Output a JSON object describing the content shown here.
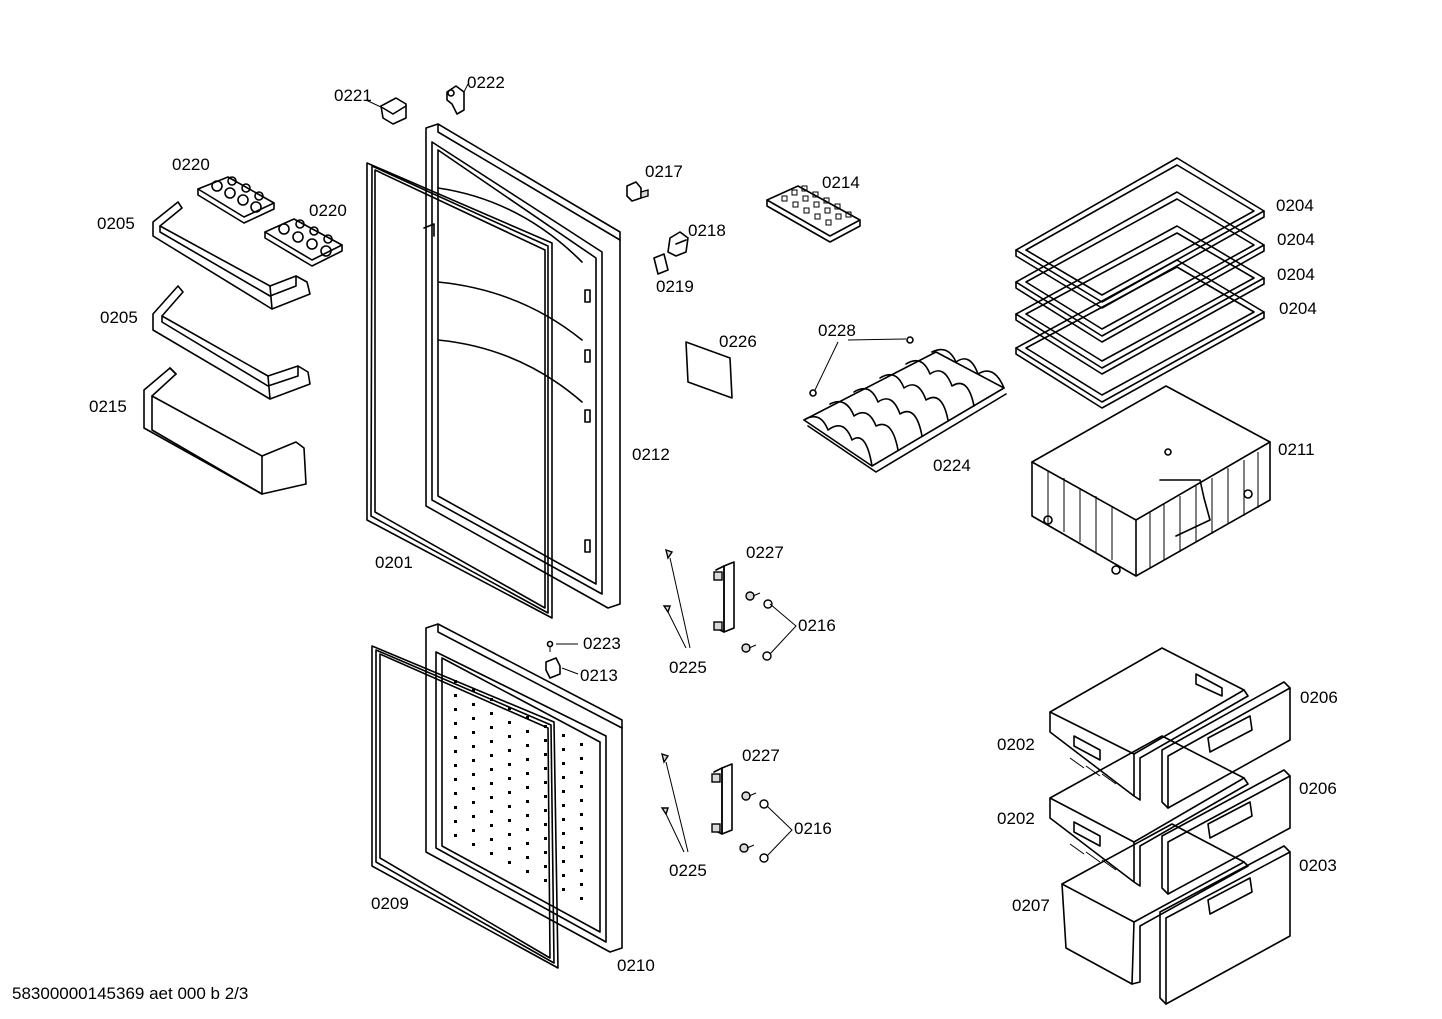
{
  "diagram": {
    "footer": "58300000145369 aet 000 b 2/3",
    "parts": [
      {
        "id": "0221"
      },
      {
        "id": "0222"
      },
      {
        "id": "0220"
      },
      {
        "id": "0220b",
        "text": "0220"
      },
      {
        "id": "0205"
      },
      {
        "id": "0205b",
        "text": "0205"
      },
      {
        "id": "0215"
      },
      {
        "id": "0217"
      },
      {
        "id": "0218"
      },
      {
        "id": "0219"
      },
      {
        "id": "0214"
      },
      {
        "id": "0226"
      },
      {
        "id": "0228"
      },
      {
        "id": "0224"
      },
      {
        "id": "0212"
      },
      {
        "id": "0201"
      },
      {
        "id": "0204"
      },
      {
        "id": "0211"
      },
      {
        "id": "0227"
      },
      {
        "id": "0216"
      },
      {
        "id": "0225"
      },
      {
        "id": "0223"
      },
      {
        "id": "0213"
      },
      {
        "id": "0209"
      },
      {
        "id": "0210"
      },
      {
        "id": "0206"
      },
      {
        "id": "0202"
      },
      {
        "id": "0203"
      },
      {
        "id": "0207"
      }
    ],
    "labels": {
      "l0221": "0221",
      "l0222": "0222",
      "l0220a": "0220",
      "l0220b": "0220",
      "l0205a": "0205",
      "l0205b": "0205",
      "l0215": "0215",
      "l0217": "0217",
      "l0218": "0218",
      "l0219": "0219",
      "l0214": "0214",
      "l0226": "0226",
      "l0228": "0228",
      "l0224": "0224",
      "l0212": "0212",
      "l0201": "0201",
      "l0204a": "0204",
      "l0204b": "0204",
      "l0204c": "0204",
      "l0204d": "0204",
      "l0211": "0211",
      "l0227a": "0227",
      "l0216a": "0216",
      "l0225a": "0225",
      "l0223": "0223",
      "l0213": "0213",
      "l0227b": "0227",
      "l0216b": "0216",
      "l0225b": "0225",
      "l0209": "0209",
      "l0210": "0210",
      "l0206a": "0206",
      "l0206b": "0206",
      "l0202a": "0202",
      "l0202b": "0202",
      "l0203": "0203",
      "l0207": "0207"
    }
  }
}
